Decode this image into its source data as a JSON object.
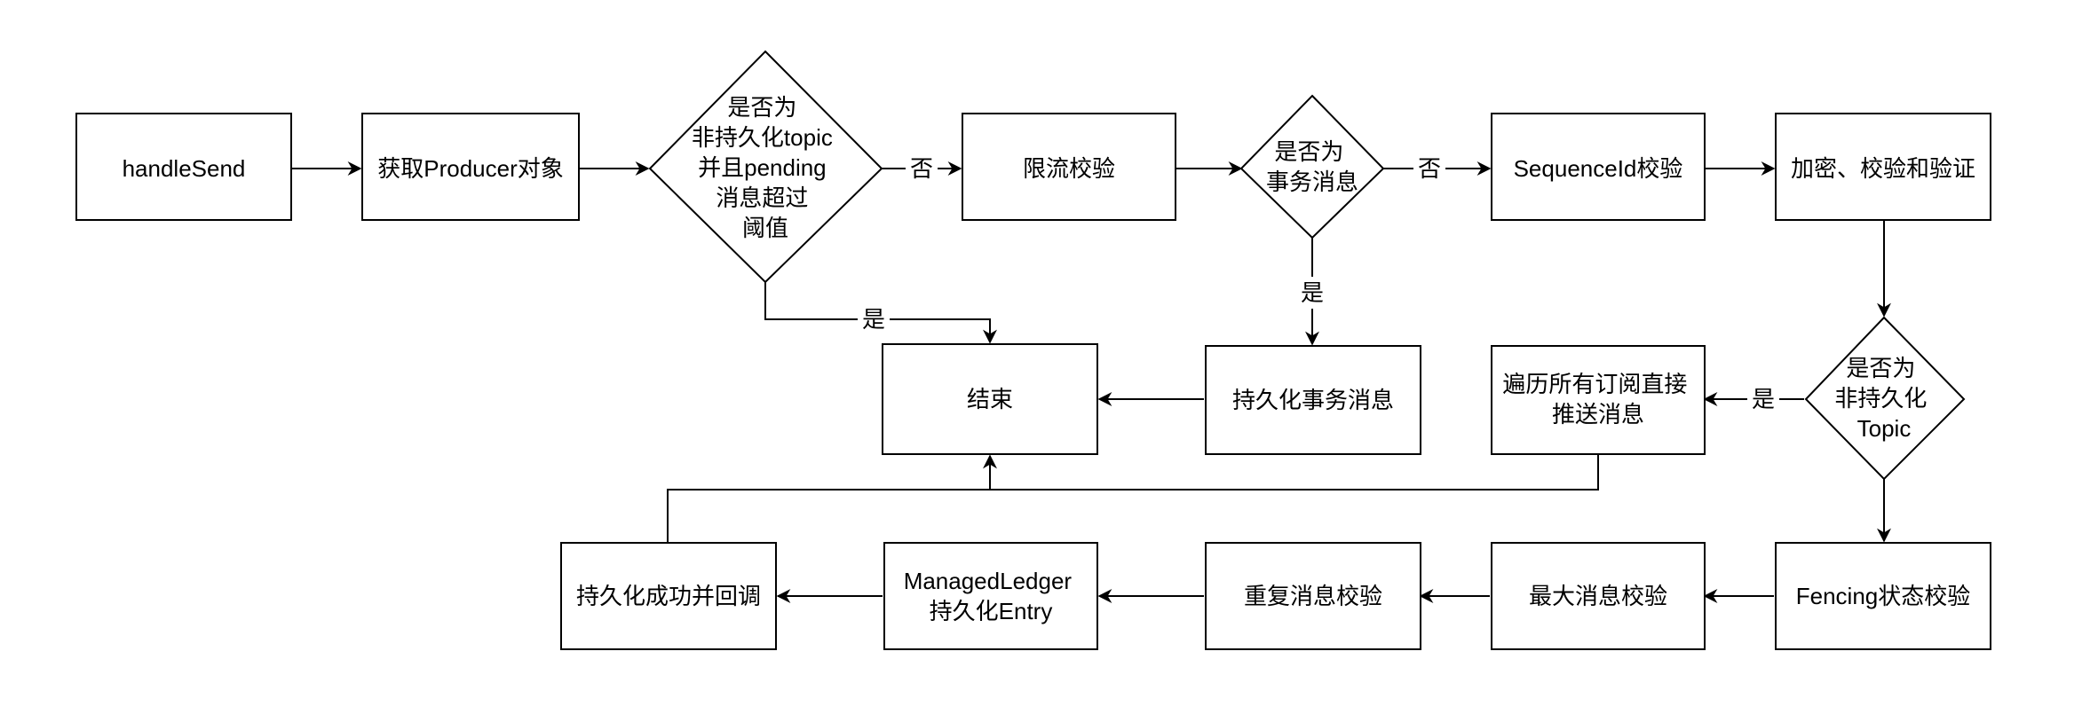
{
  "nodes": {
    "handle_send": "handleSend",
    "get_producer": "获取Producer对象",
    "decision_nonpersistent_pending": [
      "是否为",
      "非持久化topic",
      "并且pending",
      "消息超过",
      "阈值"
    ],
    "rate_limit_check": "限流校验",
    "decision_transaction": [
      "是否为",
      "事务消息"
    ],
    "sequence_id_check": "SequenceId校验",
    "encrypt_verify": "加密、校验和验证",
    "end": "结束",
    "persist_transaction": "持久化事务消息",
    "traverse_push": [
      "遍历所有订阅直接",
      "推送消息"
    ],
    "decision_nonpersistent_topic": [
      "是否为",
      "非持久化",
      "Topic"
    ],
    "persist_success_callback": "持久化成功并回调",
    "managed_ledger_persist": [
      "ManagedLedger",
      "持久化Entry"
    ],
    "duplicate_check": "重复消息校验",
    "max_message_check": "最大消息校验",
    "fencing_check": "Fencing状态校验"
  },
  "edge_labels": {
    "no_1": "否",
    "yes_1": "是",
    "no_2": "否",
    "yes_2": "是",
    "yes_3": "是"
  }
}
